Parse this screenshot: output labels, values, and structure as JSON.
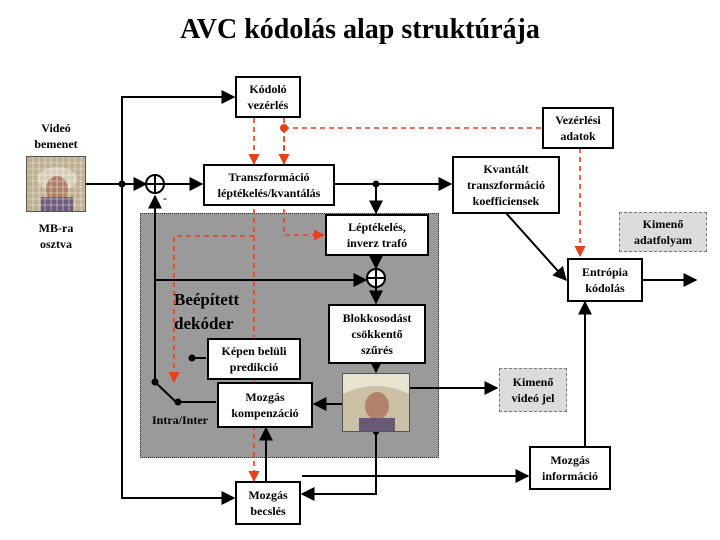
{
  "title": "AVC kódolás alap struktúrája",
  "labels": {
    "video_input": "Videó\nbemenet",
    "mb_split": "MB-ra\nosztva",
    "minus": "-",
    "intra_inter": "Intra/Inter",
    "decoder": "Beépített\ndekóder"
  },
  "boxes": {
    "coder_control": "Kódoló\nvezérlés",
    "control_data": "Vezérlési\nadatok",
    "transform": "Transzformáció\nléptékelés/kvantálás",
    "quant_coeff": "Kvantált\ntranszformáció\nkoefficiensek",
    "inverse": "Léptékelés,\ninverz trafó",
    "output_stream": "Kimenő\nadatfolyam",
    "entropy": "Entrópia\nkódolás",
    "deblock": "Blokkosodást\ncsökkentő\nszűrés",
    "intra_pred": "Képen belüli\npredikció",
    "motion_comp": "Mozgás\nkompenzáció",
    "output_video": "Kimenő\nvideó jel",
    "motion_info": "Mozgás\ninformáció",
    "motion_est": "Mozgás\nbecslés"
  },
  "colors": {
    "wire": "#000000",
    "control_wire": "#e8401c",
    "decoder_fill": "#9a9a9a",
    "output_fill": "#dcdcdc"
  }
}
